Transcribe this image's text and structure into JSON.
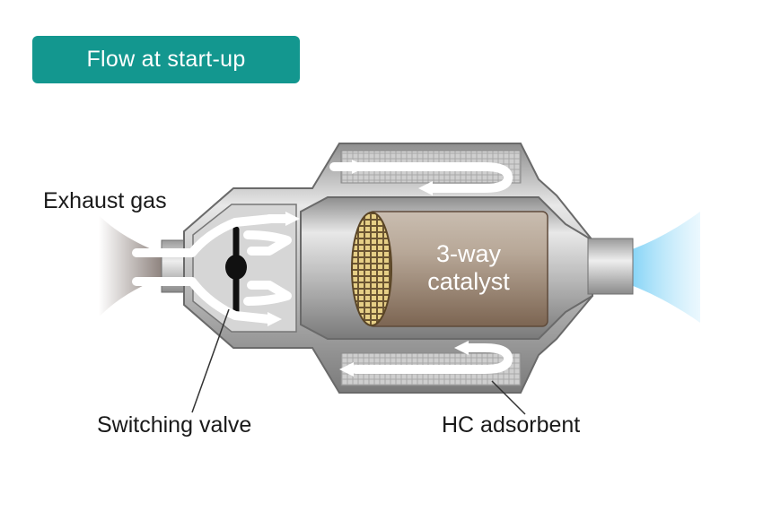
{
  "title": "Flow at start-up",
  "labels": {
    "exhaust_gas": "Exhaust gas",
    "catalyst_line1": "3-way",
    "catalyst_line2": "catalyst",
    "switching_valve": "Switching valve",
    "hc_adsorbent": "HC adsorbent"
  },
  "colors": {
    "badge": "#13978f",
    "inlet_gas": "#8a7a72",
    "outlet_gas": "#5ac8f2",
    "catalyst_body": "#a08a78",
    "catalyst_face": "#d8bf7a",
    "housing": "#c8c8c8",
    "flow_arrow": "#ffffff"
  },
  "icons": [
    "flow-arrow",
    "switching-valve-disc",
    "honeycomb-face"
  ]
}
